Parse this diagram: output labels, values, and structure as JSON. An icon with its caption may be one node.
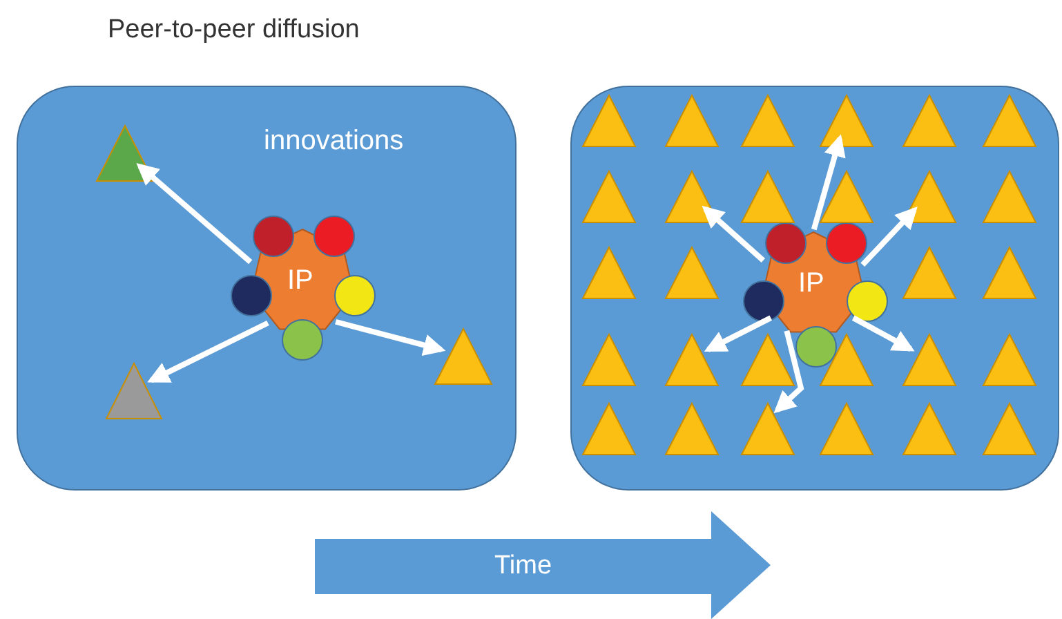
{
  "diagram": {
    "title": "Peer-to-peer diffusion",
    "nodes": [
      {
        "text": [
          "innovations"
        ]
      },
      {
        "text": [
          "IP"
        ],
        "in": 0
      },
      {
        "text": [],
        "shape": "circle",
        "in": 0
      },
      {
        "text": [],
        "shape": "circle",
        "in": 0
      },
      {
        "text": [],
        "shape": "circle",
        "in": 0
      },
      {
        "text": [],
        "shape": "circle",
        "in": 0
      },
      {
        "text": [],
        "shape": "circle",
        "in": 0
      },
      {
        "text": [],
        "shape": "triangle",
        "in": 0
      },
      {
        "text": [],
        "shape": "triangle",
        "in": 0
      },
      {
        "text": [],
        "shape": "triangle",
        "in": 0
      },
      {
        "text": [],
        "shape": "box"
      },
      {
        "text": [
          "IP"
        ],
        "in": 10
      },
      {
        "text": [],
        "shape": "circle",
        "in": 10
      },
      {
        "text": [],
        "shape": "circle",
        "in": 10
      },
      {
        "text": [],
        "shape": "circle",
        "in": 10
      },
      {
        "text": [],
        "shape": "circle",
        "in": 10
      },
      {
        "text": [],
        "shape": "circle",
        "in": 10
      },
      {
        "text": [],
        "shape": "triangle",
        "in": 10
      },
      {
        "text": [],
        "shape": "triangle",
        "in": 10
      },
      {
        "text": [],
        "shape": "triangle",
        "in": 10
      },
      {
        "text": [],
        "shape": "triangle",
        "in": 10
      },
      {
        "text": [],
        "shape": "triangle",
        "in": 10
      },
      {
        "text": [],
        "shape": "triangle",
        "in": 10
      },
      {
        "text": [],
        "shape": "triangle",
        "in": 10
      },
      {
        "text": [],
        "shape": "triangle",
        "in": 10
      },
      {
        "text": [],
        "shape": "triangle",
        "in": 10
      },
      {
        "text": [],
        "shape": "triangle",
        "in": 10
      },
      {
        "text": [],
        "shape": "triangle",
        "in": 10
      },
      {
        "text": [],
        "shape": "triangle",
        "in": 10
      },
      {
        "text": [],
        "shape": "triangle",
        "in": 10
      },
      {
        "text": [],
        "shape": "triangle",
        "in": 10
      },
      {
        "text": [],
        "shape": "triangle",
        "in": 10
      },
      {
        "text": [],
        "shape": "triangle",
        "in": 10
      },
      {
        "text": [],
        "shape": "triangle",
        "in": 10
      },
      {
        "text": [],
        "shape": "triangle",
        "in": 10
      },
      {
        "text": [],
        "shape": "triangle",
        "in": 10
      },
      {
        "text": [],
        "shape": "triangle",
        "in": 10
      },
      {
        "text": [],
        "shape": "triangle",
        "in": 10
      },
      {
        "text": [],
        "shape": "triangle",
        "in": 10
      },
      {
        "text": [],
        "shape": "triangle",
        "in": 10
      },
      {
        "text": [],
        "shape": "triangle",
        "in": 10
      },
      {
        "text": [],
        "shape": "triangle",
        "in": 10
      },
      {
        "text": [],
        "shape": "triangle",
        "in": 10
      },
      {
        "text": [],
        "shape": "triangle",
        "in": 10
      },
      {
        "text": [],
        "shape": "triangle",
        "in": 10
      },
      {
        "text": [
          "Time"
        ]
      }
    ],
    "edges": [
      {
        "from": 1,
        "to": 7,
        "arrow": "to"
      },
      {
        "from": 1,
        "to": 8,
        "arrow": "to"
      },
      {
        "from": 1,
        "to": 9,
        "arrow": "to"
      },
      {
        "from": 11,
        "to": 20,
        "arrow": "to"
      },
      {
        "from": 11,
        "to": 24,
        "arrow": "to"
      },
      {
        "from": 11,
        "to": 27,
        "arrow": "to"
      },
      {
        "from": 11,
        "to": 37,
        "arrow": "to"
      },
      {
        "from": 11,
        "to": 34,
        "arrow": "to"
      },
      {
        "from": 11,
        "to": 41,
        "arrow": "to"
      }
    ]
  }
}
